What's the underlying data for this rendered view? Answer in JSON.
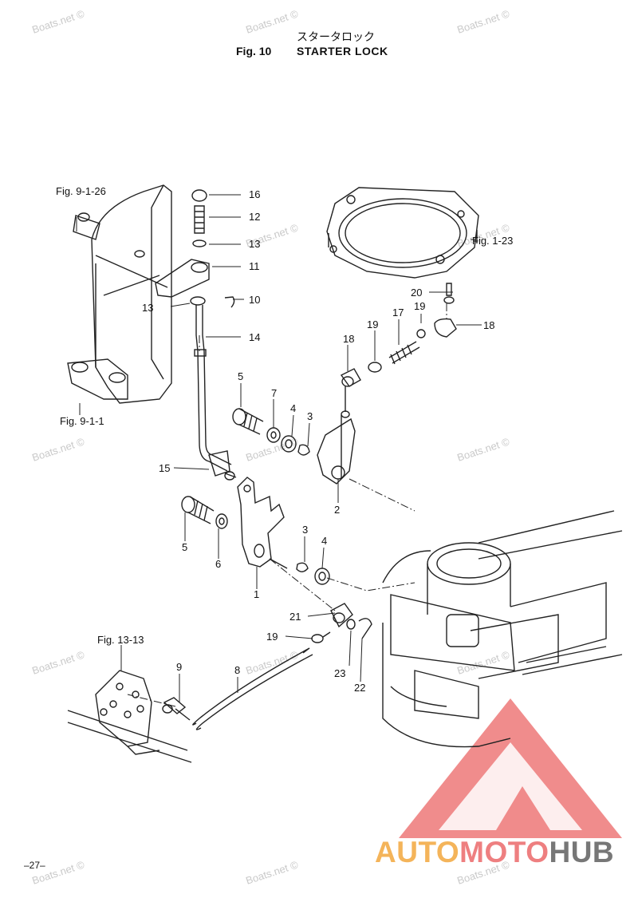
{
  "header": {
    "title_jp": "スタータロック",
    "fig_number": "Fig. 10",
    "title": "STARTER LOCK"
  },
  "references": {
    "fig_9_1_26": "Fig. 9-1-26",
    "fig_9_1_1": "Fig. 9-1-1",
    "fig_1_23": "Fig. 1-23",
    "fig_13_13": "Fig. 13-13"
  },
  "callouts": {
    "c16": "16",
    "c12": "12",
    "c13a": "13",
    "c11": "11",
    "c13b": "13",
    "c10": "10",
    "c14": "14",
    "c20": "20",
    "c19a": "19",
    "c17": "17",
    "c19b": "19",
    "c18a": "18",
    "c18b": "18",
    "c5a": "5",
    "c7": "7",
    "c4a": "4",
    "c3a": "3",
    "c2": "2",
    "c15": "15",
    "c5b": "5",
    "c6": "6",
    "c3b": "3",
    "c4b": "4",
    "c1": "1",
    "c21": "21",
    "c19c": "19",
    "c23": "23",
    "c22": "22",
    "c9": "9",
    "c8": "8"
  },
  "watermark": "Boats.net ©",
  "page_number": "–27–",
  "logo": {
    "part1": "AUTO",
    "part2": "MOTO",
    "part3": "HUB",
    "colors": {
      "auto": "#f4b45a",
      "moto": "#ee7f80",
      "hub": "#777777",
      "triangle": "#ee7f80"
    }
  }
}
